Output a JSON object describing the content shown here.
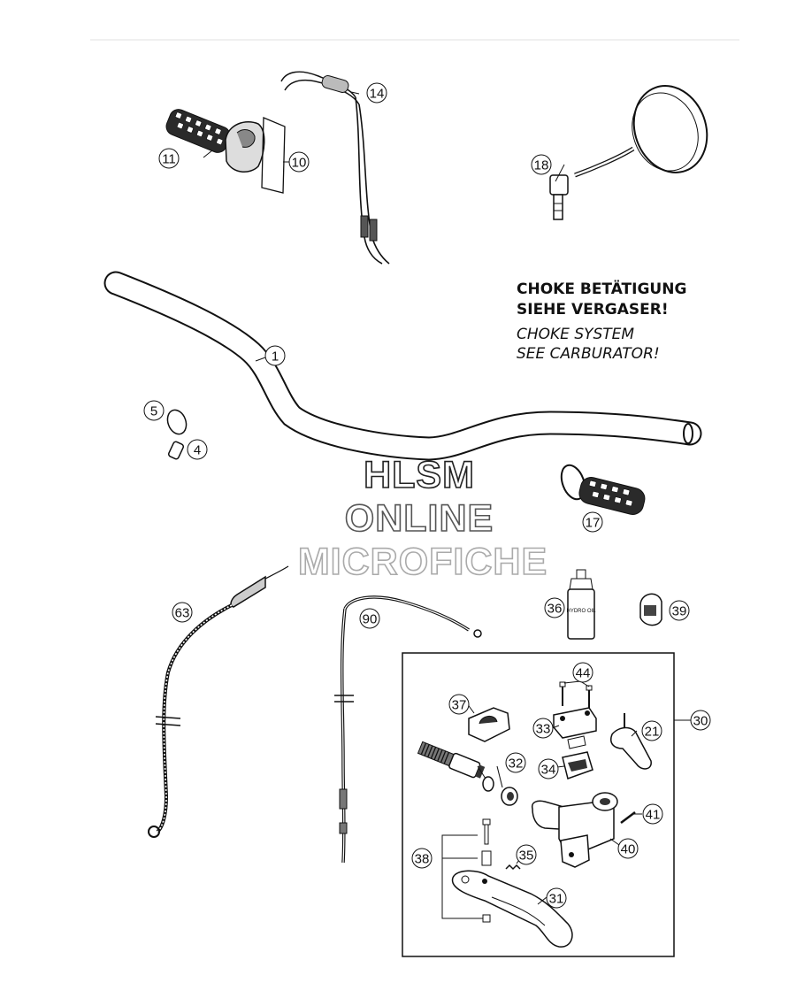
{
  "callouts": {
    "c1": "1",
    "c4": "4",
    "c5": "5",
    "c10": "10",
    "c11": "11",
    "c14": "14",
    "c17": "17",
    "c18": "18",
    "c21": "21",
    "c30": "30",
    "c31": "31",
    "c32": "32",
    "c33": "33",
    "c34": "34",
    "c35": "35",
    "c36": "36",
    "c37": "37",
    "c38": "38",
    "c39": "39",
    "c40": "40",
    "c41": "41",
    "c44": "44",
    "c63": "63",
    "c90": "90"
  },
  "note": {
    "de_line1": "CHOKE BETÄTIGUNG",
    "de_line2": "SIEHE VERGASER!",
    "en_line1": "CHOKE SYSTEM",
    "en_line2": "SEE CARBURATOR!"
  },
  "oil_label": "HYDRO OIL",
  "watermark": {
    "line1": "HLSM",
    "line2": "ONLINE",
    "line3": "MICROFICHE"
  },
  "colors": {
    "line": "#111111",
    "watermark_stroke1": "#222222",
    "watermark_stroke2": "#555555",
    "watermark_stroke3": "#aaaaaa"
  }
}
